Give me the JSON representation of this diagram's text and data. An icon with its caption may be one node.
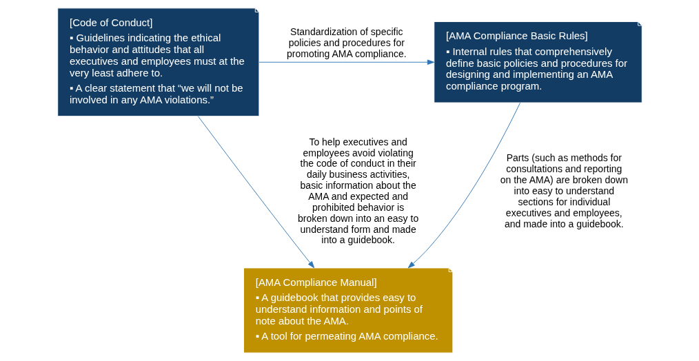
{
  "diagram": {
    "nodes": [
      {
        "text": [
          "[Code of Conduct]",
          "▪ Guidelines indicating the ethical behavior and attitudes that all executives and employees must at the very least adhere to.",
          "▪ A clear statement that “we will not be involved in any AMA violations.”"
        ]
      },
      {
        "text": [
          "[AMA Compliance Basic Rules]",
          "▪ Internal rules that comprehensively define basic policies and procedures for designing and implementing an AMA compliance program."
        ]
      },
      {
        "text": [
          "[AMA Compliance Manual]",
          "▪ A guidebook that provides easy to understand information and points of note about the AMA.",
          "▪ A tool for permeating AMA compliance."
        ]
      }
    ],
    "edges": [
      {
        "from": 0,
        "to": 1,
        "arrow": "to",
        "label": "Standardization of specific policies and procedures for promoting AMA compliance."
      },
      {
        "from": 0,
        "to": 2,
        "arrow": "to",
        "label": "To help executives and employees avoid violating the code of conduct in their daily business activities, basic information about the AMA and expected and prohibited behavior is broken down into an easy to understand form and made into a guidebook."
      },
      {
        "from": 1,
        "to": 2,
        "arrow": "to",
        "label": "Parts (such as methods for consultations and reporting on the AMA) are broken down into easy to understand sections for individual executives and employees, and made into a guidebook."
      }
    ]
  }
}
